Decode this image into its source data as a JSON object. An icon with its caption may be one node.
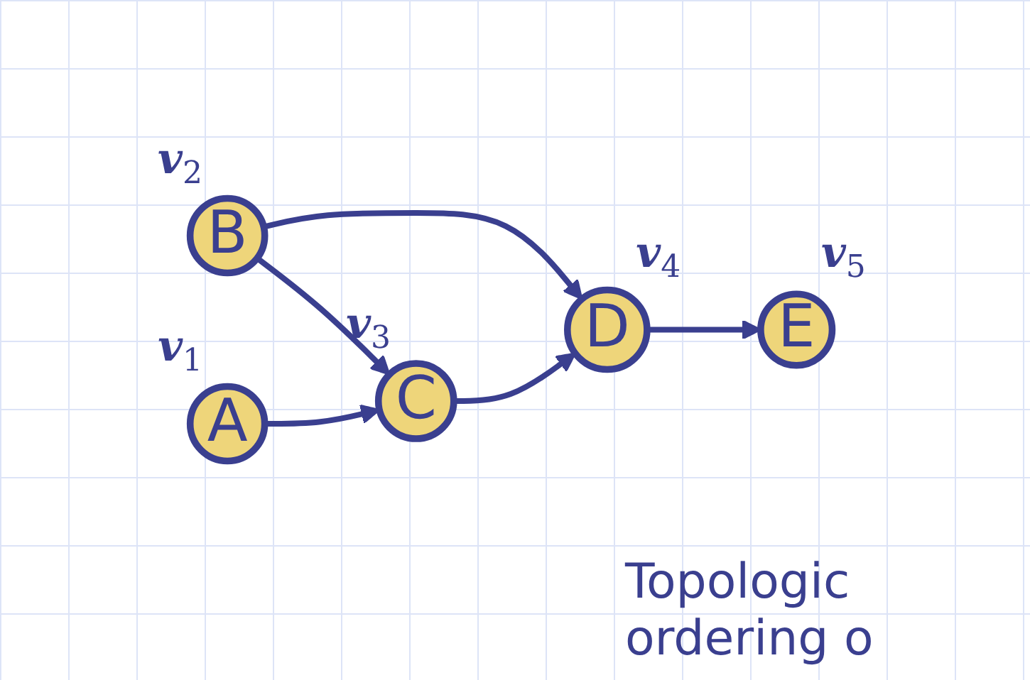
{
  "diagram": {
    "nodes": [
      {
        "text": [
          "D"
        ],
        "beside": [
          "*v*$_{4}$"
        ]
      },
      {
        "text": [
          "E"
        ],
        "beside": [
          "*v*$_{5}$"
        ]
      },
      {
        "text": [
          "B"
        ],
        "beside": [
          "*v*$_{2}$"
        ]
      },
      {
        "text": [
          "C"
        ],
        "beside": [
          "*v*$_{3}$"
        ]
      },
      {
        "text": [
          "A"
        ],
        "beside": [
          "*v*$_{1}$"
        ]
      }
    ],
    "edges": [
      {
        "from": 0,
        "to": 1,
        "arrow": "to"
      },
      {
        "from": 2,
        "to": 0,
        "arrow": "to"
      },
      {
        "from": 2,
        "to": 3,
        "arrow": "to"
      },
      {
        "from": 3,
        "to": 0,
        "arrow": "to"
      },
      {
        "from": 4,
        "to": 3,
        "arrow": "to"
      }
    ],
    "labels": [
      "Topologic ordering o"
    ]
  }
}
